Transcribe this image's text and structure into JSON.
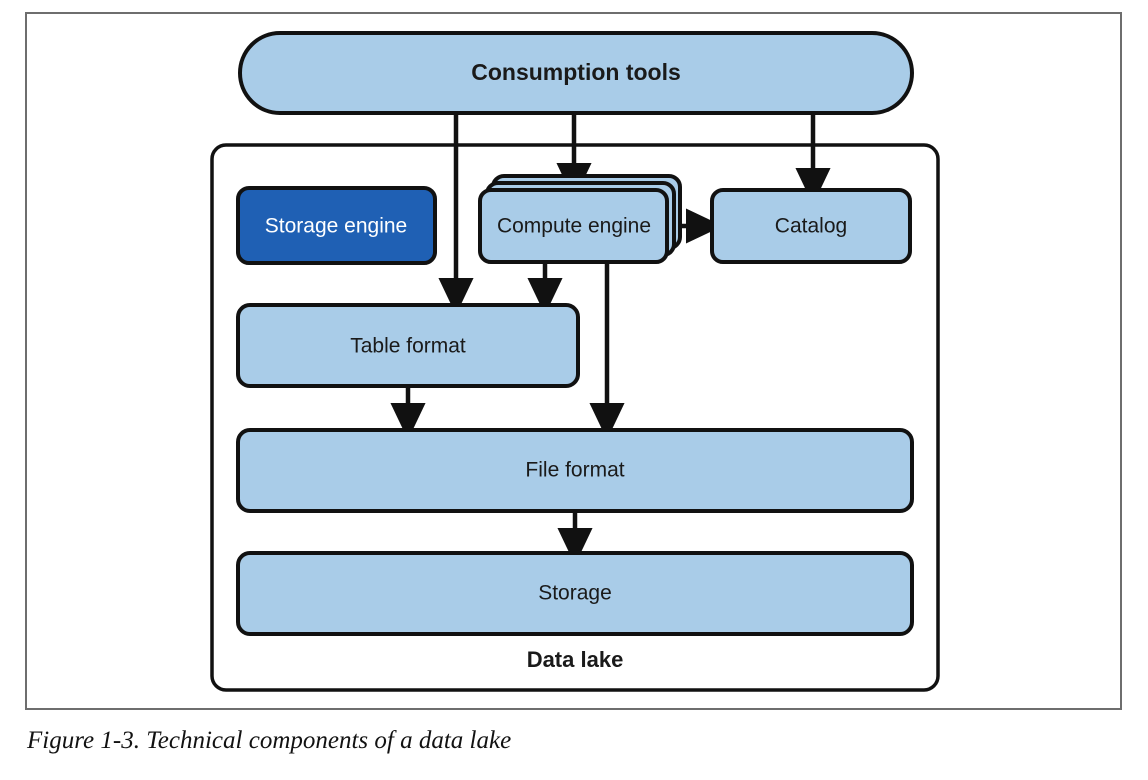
{
  "figure": {
    "caption": "Figure 1-3. Technical components of a data lake",
    "frame_border_color": "#6e6e6e"
  },
  "palette": {
    "light_blue": "#a9cce8",
    "dark_blue": "#1f60b4",
    "outline": "#111111",
    "text_dark": "#1a1a1a",
    "text_light": "#ffffff",
    "background": "#ffffff"
  },
  "diagram": {
    "top_node": {
      "id": "consumption-tools",
      "label": "Consumption tools",
      "shape": "pill",
      "fill": "#a9cce8",
      "text_color": "#1a1a1a",
      "bold": true
    },
    "container": {
      "id": "data-lake",
      "label": "Data lake",
      "shape": "rounded-rect",
      "fill": "#ffffff",
      "bold": true
    },
    "nodes": [
      {
        "id": "storage-engine",
        "label": "Storage engine",
        "shape": "rounded-rect",
        "fill": "#1f60b4",
        "text_color": "#ffffff"
      },
      {
        "id": "compute-engine",
        "label": "Compute engine",
        "shape": "stacked-rounded-rect",
        "stack_layers": 3,
        "fill": "#a9cce8",
        "text_color": "#1a1a1a"
      },
      {
        "id": "catalog",
        "label": "Catalog",
        "shape": "rounded-rect",
        "fill": "#a9cce8",
        "text_color": "#1a1a1a"
      },
      {
        "id": "table-format",
        "label": "Table format",
        "shape": "rounded-rect",
        "fill": "#a9cce8",
        "text_color": "#1a1a1a"
      },
      {
        "id": "file-format",
        "label": "File format",
        "shape": "rounded-rect",
        "fill": "#a9cce8",
        "text_color": "#1a1a1a"
      },
      {
        "id": "storage",
        "label": "Storage",
        "shape": "rounded-rect",
        "fill": "#a9cce8",
        "text_color": "#1a1a1a"
      }
    ],
    "connections": [
      {
        "from": "consumption-tools",
        "to": "table-format",
        "style": "orthogonal-arrow"
      },
      {
        "from": "consumption-tools",
        "to": "compute-engine",
        "style": "straight-arrow"
      },
      {
        "from": "consumption-tools",
        "to": "catalog",
        "style": "straight-arrow"
      },
      {
        "from": "compute-engine",
        "to": "catalog",
        "style": "straight-arrow"
      },
      {
        "from": "compute-engine",
        "to": "table-format",
        "style": "straight-arrow"
      },
      {
        "from": "compute-engine",
        "to": "file-format",
        "style": "straight-arrow"
      },
      {
        "from": "table-format",
        "to": "file-format",
        "style": "straight-arrow"
      },
      {
        "from": "file-format",
        "to": "storage",
        "style": "straight-arrow"
      }
    ]
  }
}
